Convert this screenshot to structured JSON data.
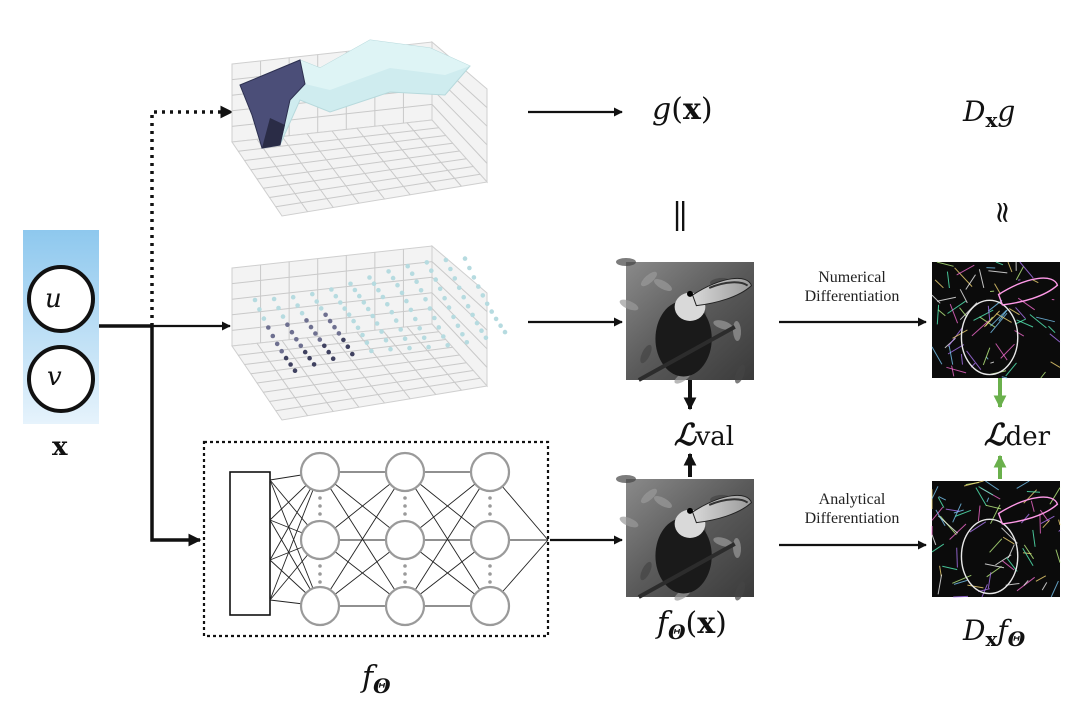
{
  "input": {
    "vars": [
      "u",
      "v"
    ],
    "label": "x"
  },
  "labels": {
    "g_of_x": {
      "fn": "g",
      "arg": "x"
    },
    "Dx_g": {
      "op": "D",
      "sub": "x",
      "fn": "g"
    },
    "equals_symbol": "||",
    "approx_symbol": "≈",
    "f_of_x": {
      "fn": "f",
      "sub": "Θ",
      "arg": "x"
    },
    "Dx_f": {
      "op": "D",
      "sub": "x",
      "fn": "f",
      "fsub": "Θ"
    },
    "f_theta": {
      "fn": "f",
      "sub": "Θ"
    },
    "loss_val": {
      "L": "ℒ",
      "sub": "val"
    },
    "loss_der": {
      "L": "ℒ",
      "sub": "der"
    }
  },
  "captions": {
    "numerical": [
      "Numerical",
      "Differentiation"
    ],
    "analytical": [
      "Analytical",
      "Differentiation"
    ]
  },
  "colors": {
    "input_box_top": "#8ec8ee",
    "input_box_bottom": "#e6f3fc",
    "arrow": "#111111",
    "green_arrow": "#6ab04c",
    "surface_light": "#cfecef",
    "surface_dark": "#4b4e78",
    "neuron_stroke": "#9a9a9a"
  }
}
